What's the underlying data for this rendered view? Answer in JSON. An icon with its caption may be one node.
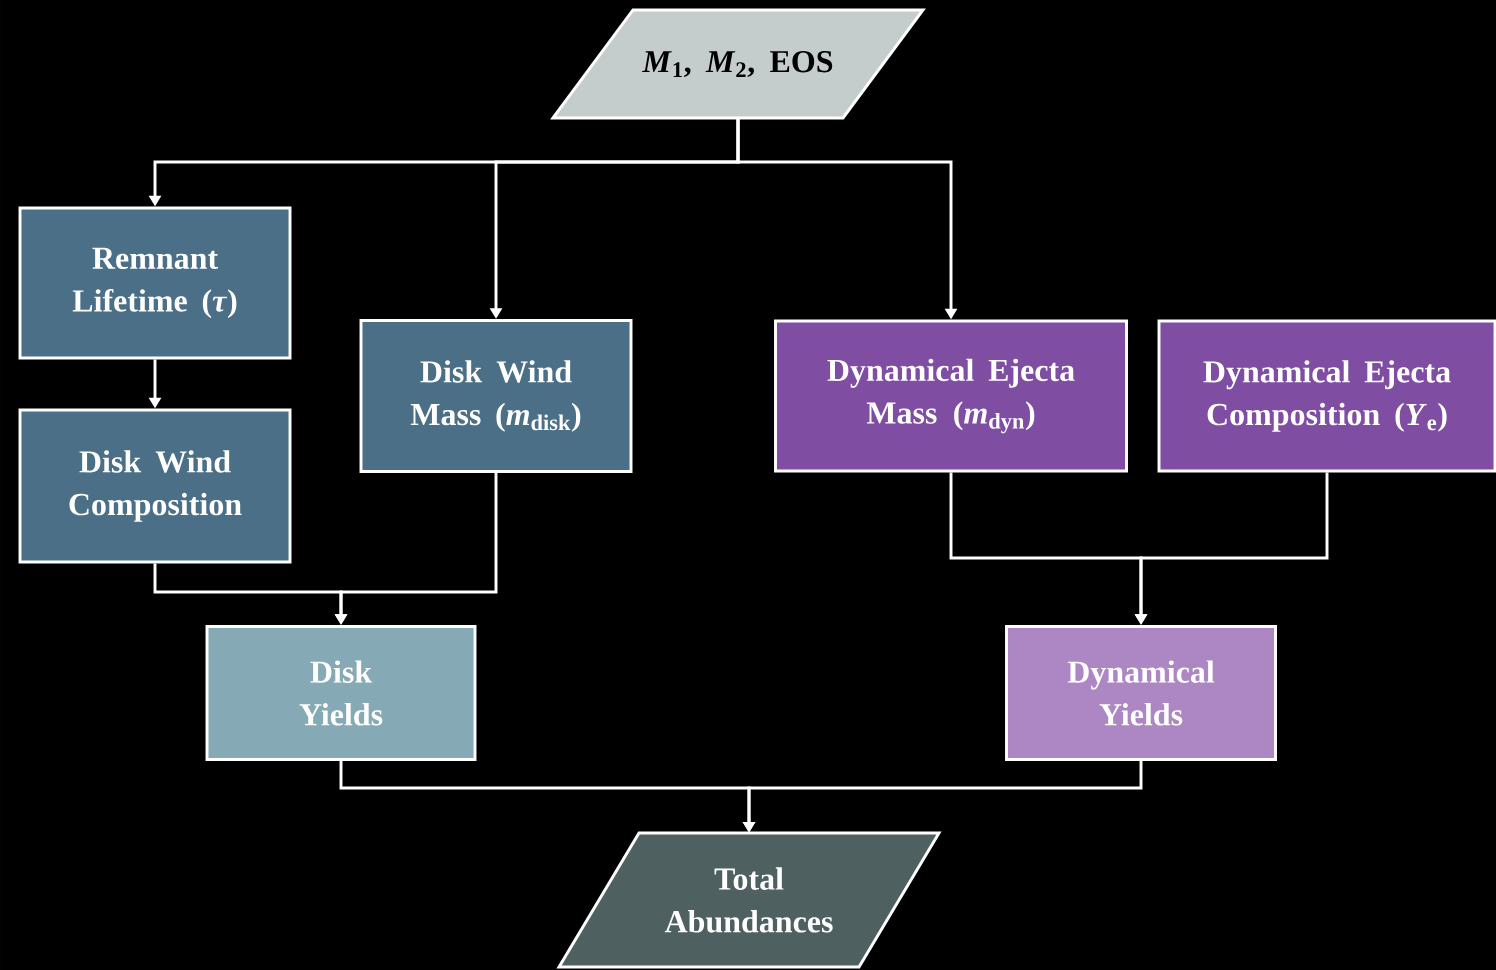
{
  "diagram": {
    "nodes": [
      {
        "text": [
          "*M*$_{1}$, *M*$_{2}$, EOS"
        ]
      },
      {
        "text": [
          "Remnant Lifetime (*τ*)"
        ]
      },
      {
        "text": [
          "Disk Wind Composition"
        ]
      },
      {
        "text": [
          "Disk Wind Mass (*m*$_{disk}$)"
        ]
      },
      {
        "text": [
          "Dynamical Ejecta Mass (*m*$_{dyn}$)"
        ]
      },
      {
        "text": [
          "Dynamical Ejecta Composition (*Y*$_{e}$)"
        ]
      },
      {
        "text": [
          "Disk Yields"
        ]
      },
      {
        "text": [
          "Dynamical Yields"
        ]
      },
      {
        "text": [
          "Total Abundances"
        ]
      }
    ],
    "edges": [
      {
        "from": 0,
        "to": 1,
        "arrow": "to"
      },
      {
        "from": 0,
        "to": 3,
        "arrow": "to"
      },
      {
        "from": 0,
        "to": 4,
        "arrow": "to"
      },
      {
        "from": 1,
        "to": 2,
        "arrow": "to"
      },
      {
        "from": 2,
        "to": 6,
        "arrow": "to"
      },
      {
        "from": 3,
        "to": 6,
        "arrow": "to"
      },
      {
        "from": 4,
        "to": 7,
        "arrow": "to"
      },
      {
        "from": 5,
        "to": 7,
        "arrow": "to"
      },
      {
        "from": 6,
        "to": 8,
        "arrow": "to"
      },
      {
        "from": 7,
        "to": 8,
        "arrow": "to"
      }
    ]
  }
}
